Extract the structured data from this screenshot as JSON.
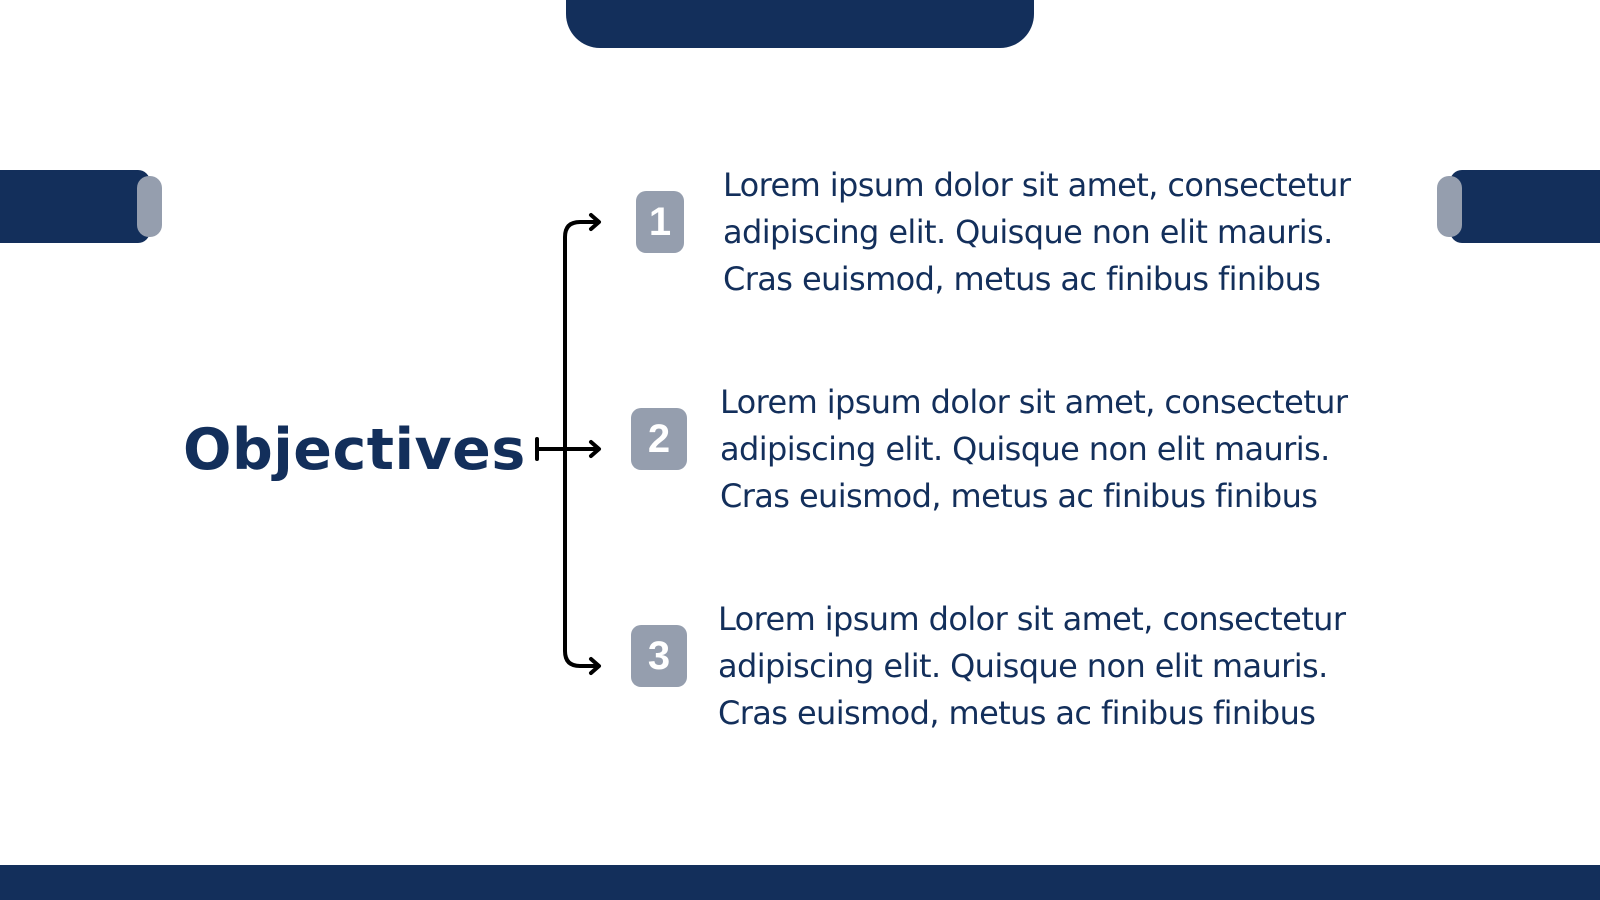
{
  "slide": {
    "title": "Objectives",
    "colors": {
      "navy": "#132f5b",
      "gray": "#959eae",
      "background": "#ffffff",
      "connector": "#000000"
    },
    "objectives": [
      {
        "number": "1",
        "lines": [
          "Lorem ipsum dolor sit amet, consectetur",
          "adipiscing elit. Quisque non elit mauris.",
          "Cras euismod, metus ac finibus finibus"
        ]
      },
      {
        "number": "2",
        "lines": [
          "Lorem ipsum dolor sit amet, consectetur",
          "adipiscing elit. Quisque non elit mauris.",
          "Cras euismod, metus ac finibus finibus"
        ]
      },
      {
        "number": "3",
        "lines": [
          "Lorem ipsum dolor sit amet, consectetur",
          "adipiscing elit. Quisque non elit mauris.",
          "Cras euismod, metus ac finibus finibus"
        ]
      }
    ]
  }
}
